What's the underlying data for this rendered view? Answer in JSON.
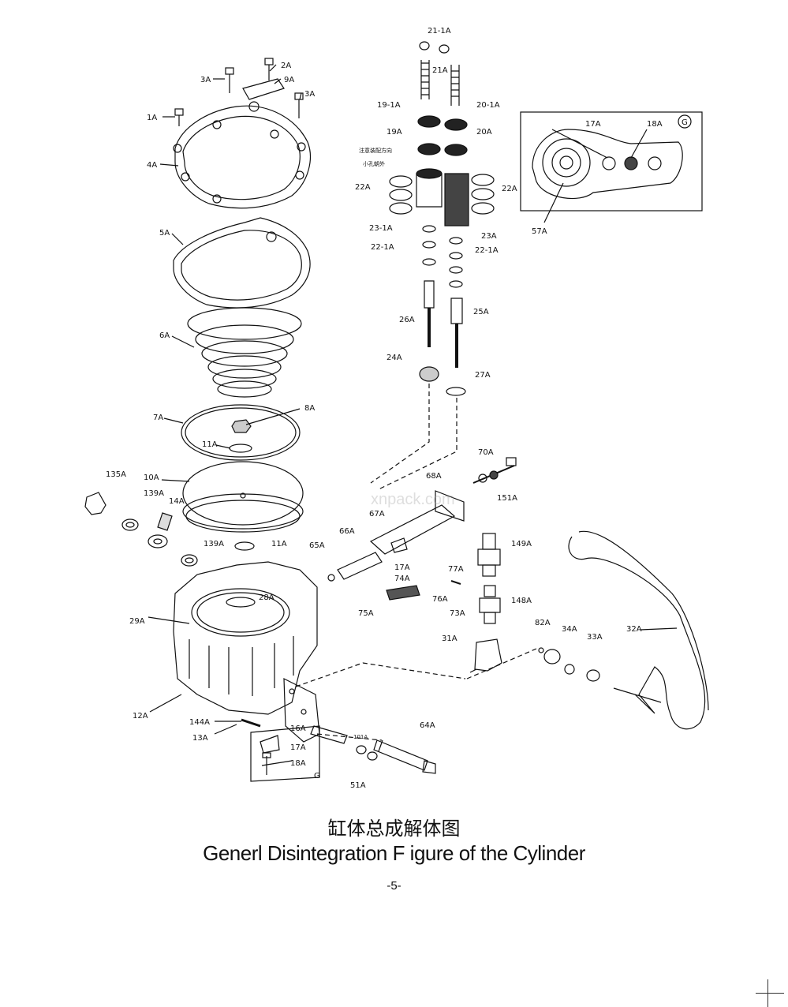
{
  "caption": {
    "title_cn": "缸体总成解体图",
    "title_en": "Generl Disintegration  F igure of the Cylinder",
    "page_number": "-5-"
  },
  "watermark": "xnpack.com",
  "note_cn": {
    "line1": "注意装配方向",
    "line2": "小孔朝外"
  },
  "labels": {
    "l1A": "1A",
    "l2A": "2A",
    "l3A_left": "3A",
    "l3A_right": "3A",
    "l4A": "4A",
    "l5A": "5A",
    "l6A": "6A",
    "l7A": "7A",
    "l8A": "8A",
    "l9A": "9A",
    "l10A": "10A",
    "l11A_top": "11A",
    "l11A_bottom": "11A",
    "l12A": "12A",
    "l13A": "13A",
    "l14A": "14A",
    "l16A": "16A",
    "l17A_bottom": "17A",
    "l17A_mid": "17A",
    "l17A_inset": "17A",
    "l18A_bottom": "18A",
    "l18A_inset": "18A",
    "l19_1A": "19-1A",
    "l19A": "19A",
    "l20_1A": "20-1A",
    "l20A": "20A",
    "l21_1A": "21-1A",
    "l21A": "21A",
    "l22A_left": "22A",
    "l22A_right": "22A",
    "l22_1A_left": "22-1A",
    "l22_1A_right": "22-1A",
    "l23_1A": "23-1A",
    "l23A": "23A",
    "l24A": "24A",
    "l25A": "25A",
    "l26A": "26A",
    "l27A": "27A",
    "l28A": "28A",
    "l29A": "29A",
    "l31A": "31A",
    "l32A": "32A",
    "l33A": "33A",
    "l34A": "34A",
    "l51A": "51A",
    "l57A": "57A",
    "l64A": "64A",
    "l65A": "65A",
    "l66A": "66A",
    "l67A": "67A",
    "l68A": "68A",
    "l70A": "70A",
    "l73A": "73A",
    "l74A": "74A",
    "l75A": "75A",
    "l76A": "76A",
    "l77A": "77A",
    "l82A": "82A",
    "l101A": "101A",
    "l135A": "135A",
    "l139A_top": "139A",
    "l139A_bottom": "139A",
    "l144A": "144A",
    "l148A": "148A",
    "l149A": "149A",
    "l151A": "151A",
    "inset_G_top": "G",
    "inset_G_bottom": "G"
  }
}
